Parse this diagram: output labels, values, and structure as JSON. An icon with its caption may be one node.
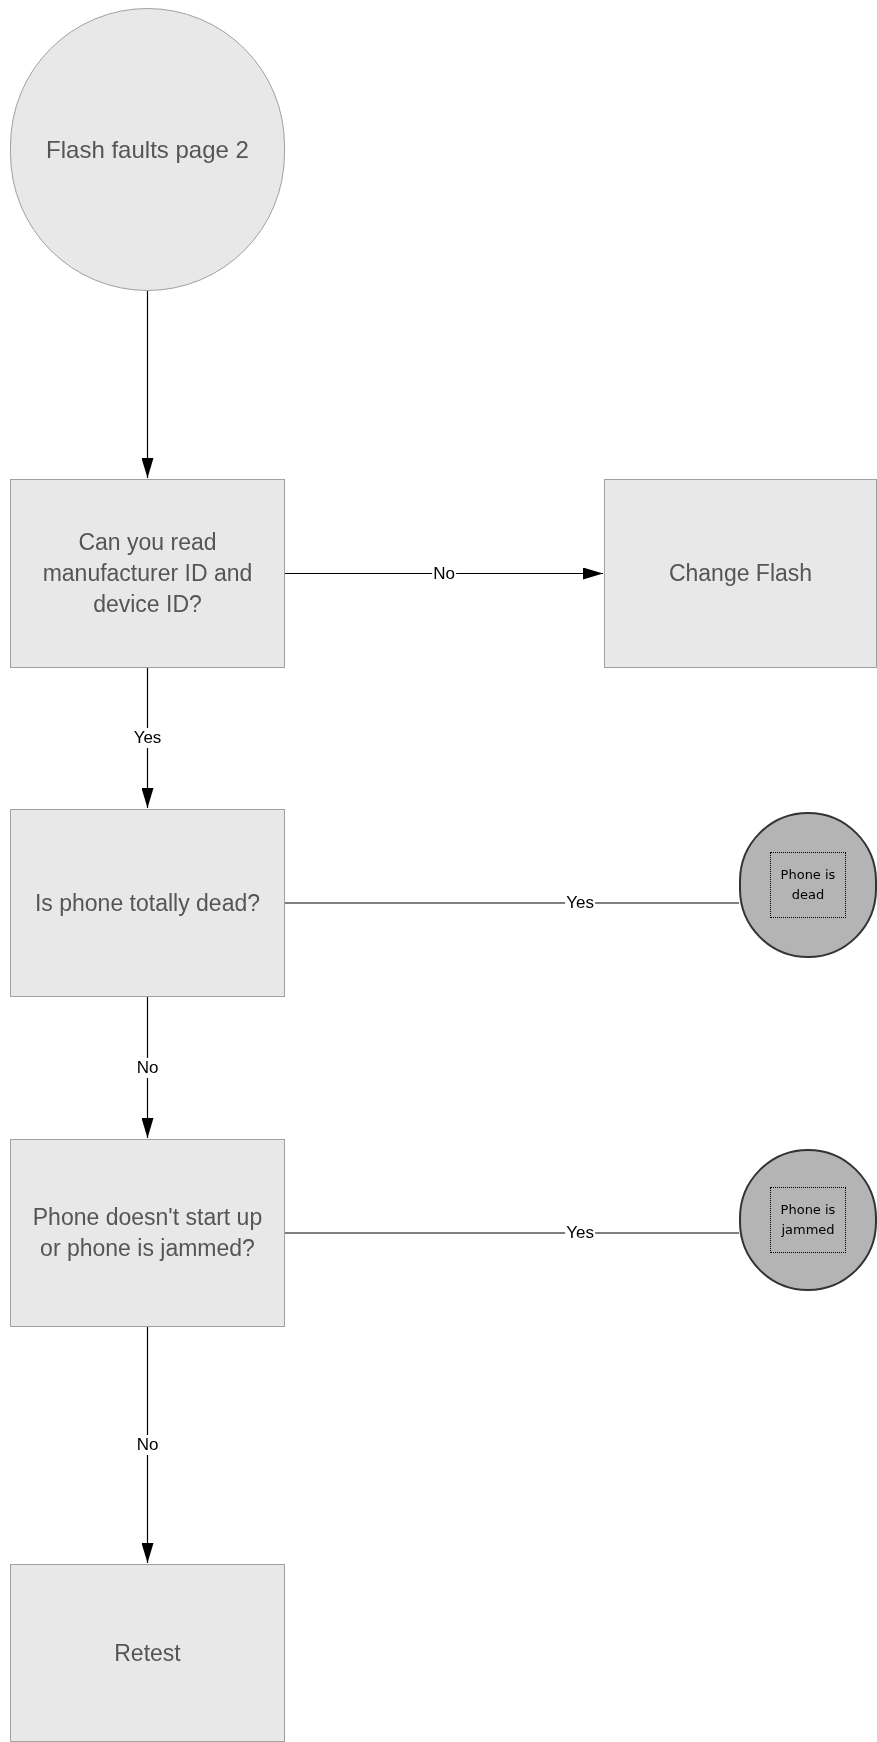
{
  "diagram": {
    "nodes": [
      {
        "text": [
          "Flash faults page 2"
        ]
      },
      {
        "text": [
          "Can you read manufacturer ID and device ID?"
        ]
      },
      {
        "text": [
          "Change Flash"
        ]
      },
      {
        "text": [
          "Is phone totally dead?"
        ]
      },
      {
        "text": [
          "Phone is dead"
        ]
      },
      {
        "text": [
          "Phone doesn't start up or phone is jammed?"
        ]
      },
      {
        "text": [
          "Phone is jammed"
        ]
      },
      {
        "text": [
          "Retest"
        ]
      }
    ],
    "edges": [
      {
        "from": 0,
        "to": 1,
        "arrow": "to"
      },
      {
        "from": 1,
        "to": 2,
        "arrow": "to",
        "label": "No"
      },
      {
        "from": 1,
        "to": 3,
        "arrow": "to",
        "label": "Yes"
      },
      {
        "from": 3,
        "to": 4,
        "arrow": "none",
        "label": "Yes"
      },
      {
        "from": 3,
        "to": 5,
        "arrow": "to",
        "label": "No"
      },
      {
        "from": 5,
        "to": 6,
        "arrow": "none",
        "label": "Yes"
      },
      {
        "from": 5,
        "to": 7,
        "arrow": "to",
        "label": "No"
      }
    ]
  }
}
